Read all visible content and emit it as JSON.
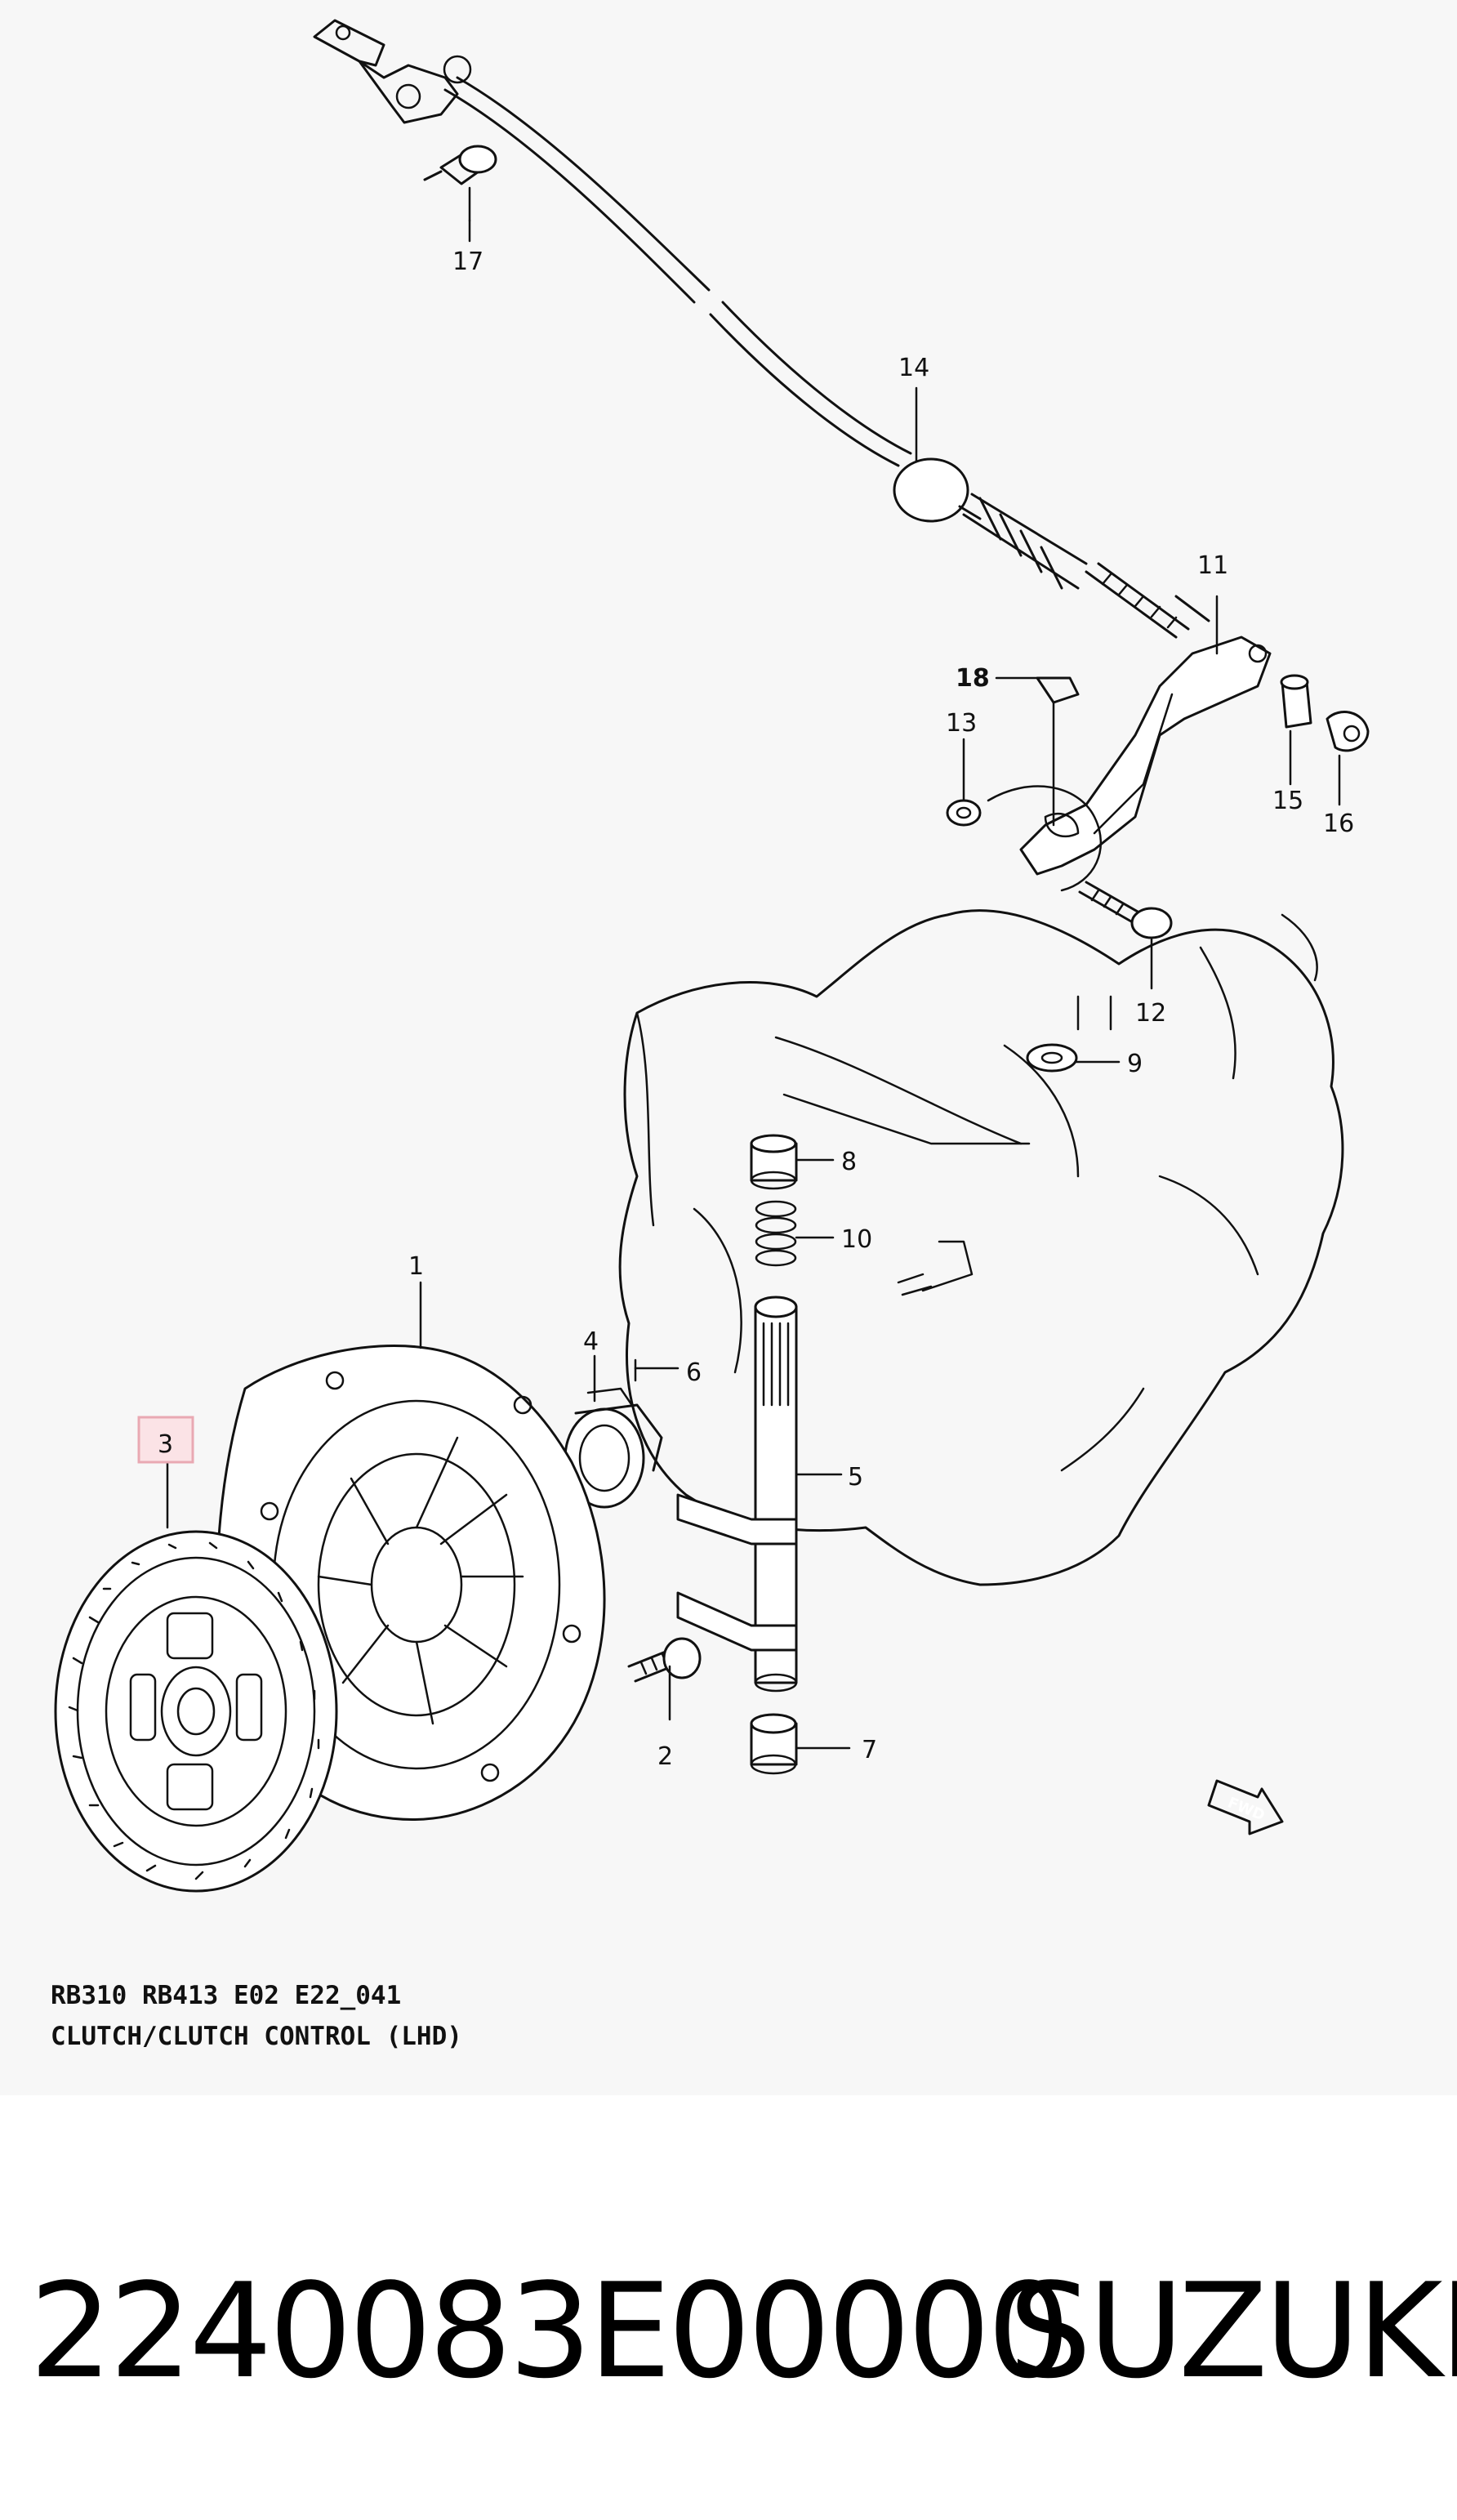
{
  "diagram": {
    "callouts": [
      "1",
      "2",
      "3",
      "4",
      "5",
      "6",
      "7",
      "8",
      "9",
      "10",
      "11",
      "12",
      "13",
      "14",
      "15",
      "16",
      "17",
      "18"
    ],
    "highlighted_callout": "3",
    "highlight_color": "#e9a9b3",
    "fwd_label": "FWD",
    "caption_code": "RB310 RB413 E02 E22_041",
    "caption_title": "CLUTCH/CLUTCH CONTROL (LHD)"
  },
  "footer": {
    "part_number": "2240083E00000",
    "brand": "SUZUKI"
  }
}
